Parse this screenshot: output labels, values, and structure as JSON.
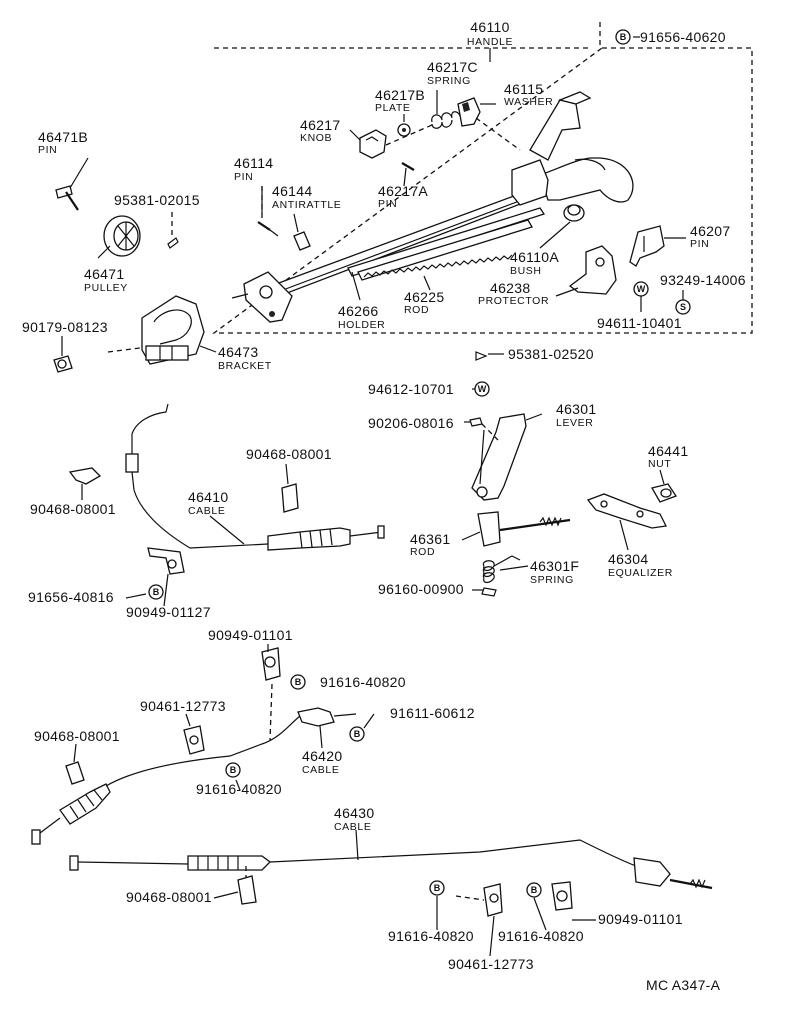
{
  "parts": {
    "p46110": {
      "num": "46110",
      "name": "HANDLE"
    },
    "p91656_40620": {
      "num": "91656-40620",
      "sym": "B"
    },
    "p46217C": {
      "num": "46217C",
      "name": "SPRING"
    },
    "p46115": {
      "num": "46115",
      "name": "WASHER"
    },
    "p46217B": {
      "num": "46217B",
      "name": "PLATE"
    },
    "p46217": {
      "num": "46217",
      "name": "KNOB"
    },
    "p46471B": {
      "num": "46471B",
      "name": "PIN"
    },
    "p46114": {
      "num": "46114",
      "name": "PIN"
    },
    "p46217A": {
      "num": "46217A",
      "name": "PIN"
    },
    "p46144": {
      "num": "46144",
      "name": "ANTIRATTLE"
    },
    "p95381_02015": {
      "num": "95381-02015"
    },
    "p46207": {
      "num": "46207",
      "name": "PIN"
    },
    "p46110A": {
      "num": "46110A",
      "name": "BUSH"
    },
    "p46471": {
      "num": "46471",
      "name": "PULLEY"
    },
    "p93249_14006": {
      "num": "93249-14006",
      "sym": "S"
    },
    "p46238": {
      "num": "46238",
      "name": "PROTECTOR"
    },
    "p46266": {
      "num": "46266",
      "name": "HOLDER"
    },
    "p46225": {
      "num": "46225",
      "name": "ROD"
    },
    "p94611_10401": {
      "num": "94611-10401",
      "sym": "W"
    },
    "p90179_08123": {
      "num": "90179-08123"
    },
    "p46473": {
      "num": "46473",
      "name": "BRACKET"
    },
    "p95381_02520": {
      "num": "95381-02520"
    },
    "p94612_10701": {
      "num": "94612-10701",
      "sym": "W"
    },
    "p90206_08016": {
      "num": "90206-08016"
    },
    "p46301": {
      "num": "46301",
      "name": "LEVER"
    },
    "p90468_08001_a": {
      "num": "90468-08001"
    },
    "p46441": {
      "num": "46441",
      "name": "NUT"
    },
    "p90468_08001_b": {
      "num": "90468-08001"
    },
    "p46410": {
      "num": "46410",
      "name": "CABLE"
    },
    "p46361": {
      "num": "46361",
      "name": "ROD"
    },
    "p46304": {
      "num": "46304",
      "name": "EQUALIZER"
    },
    "p46301F": {
      "num": "46301F",
      "name": "SPRING"
    },
    "p91656_40816": {
      "num": "91656-40816",
      "sym": "B"
    },
    "p96160_00900": {
      "num": "96160-00900"
    },
    "p90949_01127": {
      "num": "90949-01127"
    },
    "p90949_01101_a": {
      "num": "90949-01101"
    },
    "p91616_40820_a": {
      "num": "91616-40820",
      "sym": "B"
    },
    "p90461_12773_a": {
      "num": "90461-12773"
    },
    "p91611_60612": {
      "num": "91611-60612",
      "sym": "B"
    },
    "p90468_08001_c": {
      "num": "90468-08001"
    },
    "p46420": {
      "num": "46420",
      "name": "CABLE"
    },
    "p91616_40820_b": {
      "num": "91616-40820",
      "sym": "B"
    },
    "p46430": {
      "num": "46430",
      "name": "CABLE"
    },
    "p90468_08001_d": {
      "num": "90468-08001"
    },
    "p90949_01101_b": {
      "num": "90949-01101"
    },
    "p91616_40820_c": {
      "num": "91616-40820",
      "sym": "B"
    },
    "p91616_40820_d": {
      "num": "91616-40820",
      "sym": "B"
    },
    "p90461_12773_b": {
      "num": "90461-12773"
    }
  },
  "footer": {
    "code": "MC A347-A"
  }
}
